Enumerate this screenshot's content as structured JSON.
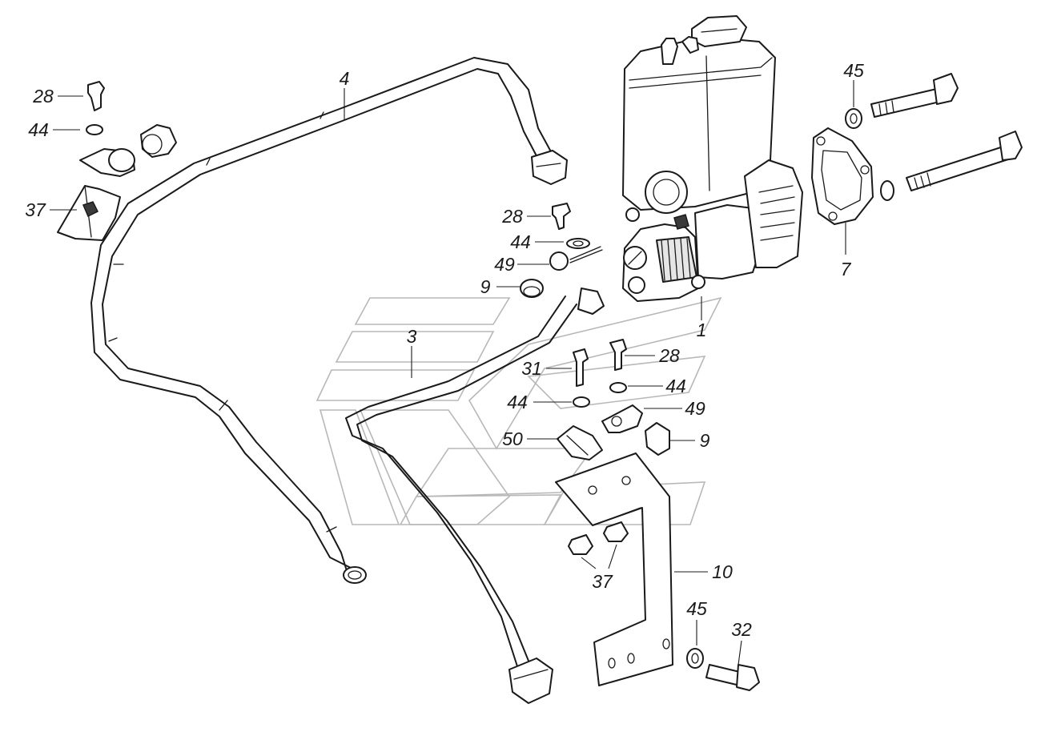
{
  "diagram": {
    "callouts": {
      "c4": "4",
      "c28_top": "28",
      "c44_top": "44",
      "c37_left": "37",
      "c45_top": "45",
      "c7": "7",
      "c28_mid": "28",
      "c44_mid": "44",
      "c49_mid": "49",
      "c9_mid": "9",
      "c1": "1",
      "c3": "3",
      "c31": "31",
      "c28_right": "28",
      "c44_left_low": "44",
      "c44_right_low": "44",
      "c49_right": "49",
      "c50": "50",
      "c9_right": "9",
      "c37_bottom": "37",
      "c10": "10",
      "c45_bottom": "45",
      "c32": "32"
    },
    "colors": {
      "line": "#1a1a1a",
      "fill": "#ffffff",
      "shade": "#e6e6e6",
      "watermark": "#b8b8b8"
    }
  }
}
